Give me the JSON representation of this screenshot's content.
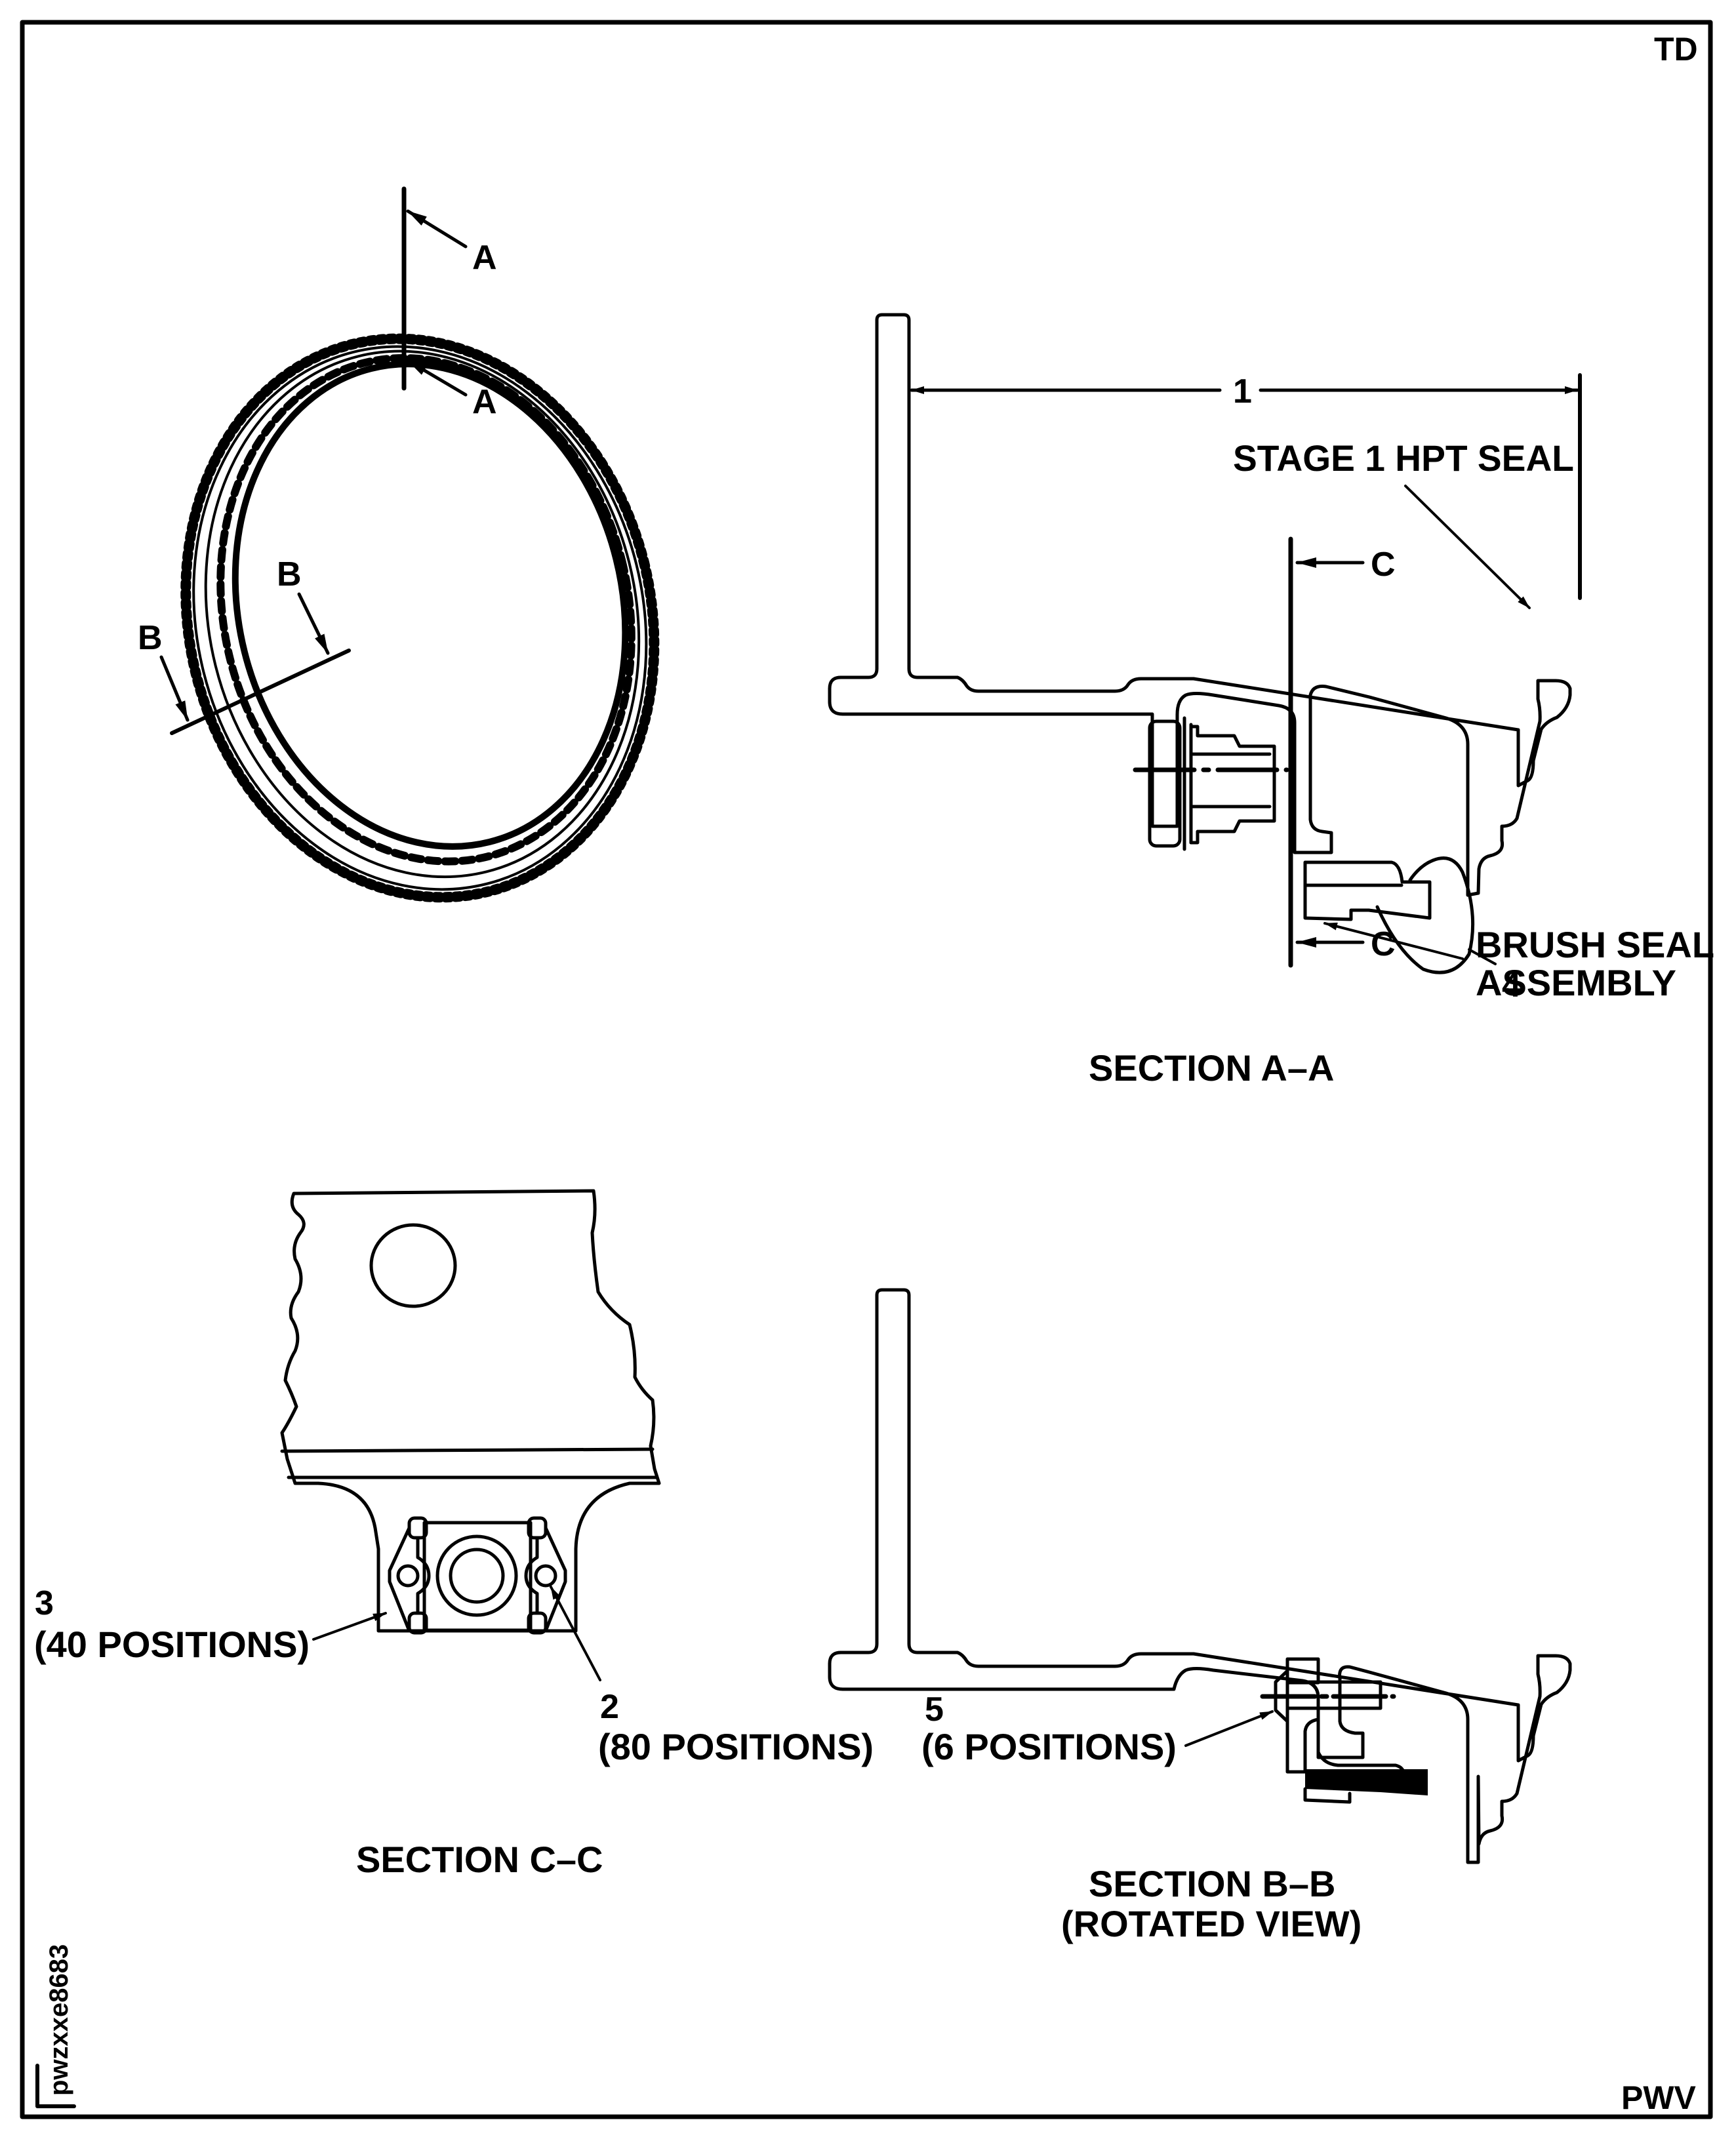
{
  "sheet": {
    "corner_top_right": "TD",
    "corner_bottom_right": "PWV",
    "figure_id": "pwzxxe8683",
    "colors": {
      "ink": "#000000",
      "paper": "#ffffff"
    }
  },
  "ring_view": {
    "section_a_labels": [
      "A",
      "A"
    ],
    "section_b_labels": [
      "B",
      "B"
    ]
  },
  "section_aa": {
    "title": "SECTION A–A",
    "dimension_label": "1",
    "stage_seal_label": "STAGE 1 HPT SEAL",
    "cut_labels": [
      "C",
      "C"
    ],
    "item_4": "4",
    "brush_seal_label_line1": "BRUSH SEAL",
    "brush_seal_label_line2": "ASSEMBLY"
  },
  "section_cc": {
    "title": "SECTION C–C",
    "item_3": "3",
    "item_3_qty": "(40 POSITIONS)",
    "item_2": "2",
    "item_2_qty": "(80 POSITIONS)"
  },
  "section_bb": {
    "title_line1": "SECTION B–B",
    "title_line2": "(ROTATED VIEW)",
    "item_5": "5",
    "item_5_qty": "(6 POSITIONS)"
  }
}
